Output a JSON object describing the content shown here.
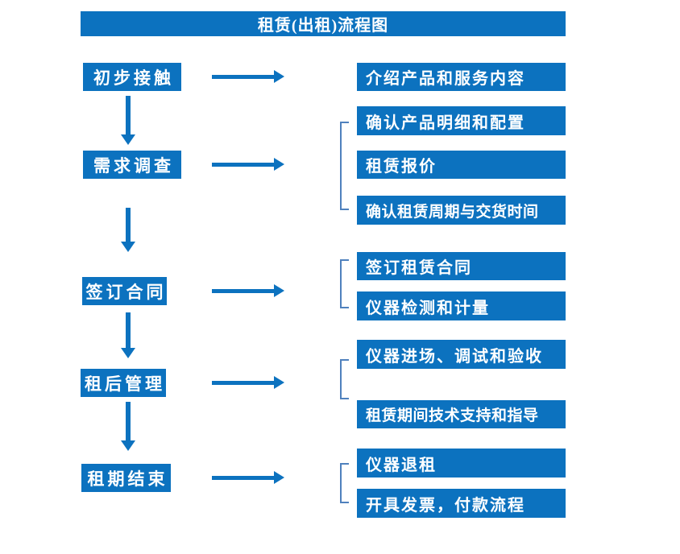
{
  "title": "租赁(出租)流程图",
  "colors": {
    "primary_blue": "#0c72bf",
    "bracket_blue": "#4f81bd",
    "text_white": "#ffffff",
    "background": "#ffffff"
  },
  "flow": {
    "steps": [
      {
        "label": "初步接触"
      },
      {
        "label": "需求调查"
      },
      {
        "label": "签订合同"
      },
      {
        "label": "租后管理"
      },
      {
        "label": "租期结束"
      }
    ],
    "details": [
      {
        "label": "介绍产品和服务内容",
        "linked_step": "初步接触"
      },
      {
        "label": "确认产品明细和配置",
        "linked_step": "需求调查"
      },
      {
        "label": "租赁报价",
        "linked_step": "需求调查"
      },
      {
        "label": "确认租赁周期与交货时间",
        "linked_step": "需求调查"
      },
      {
        "label": "签订租赁合同",
        "linked_step": "签订合同"
      },
      {
        "label": "仪器检测和计量",
        "linked_step": "签订合同"
      },
      {
        "label": "仪器进场、调试和验收",
        "linked_step": "租后管理"
      },
      {
        "label": "租赁期间技术支持和指导",
        "linked_step": "租后管理"
      },
      {
        "label": "仪器退租",
        "linked_step": "租期结束"
      },
      {
        "label": "开具发票，付款流程",
        "linked_step": "租期结束"
      }
    ]
  }
}
